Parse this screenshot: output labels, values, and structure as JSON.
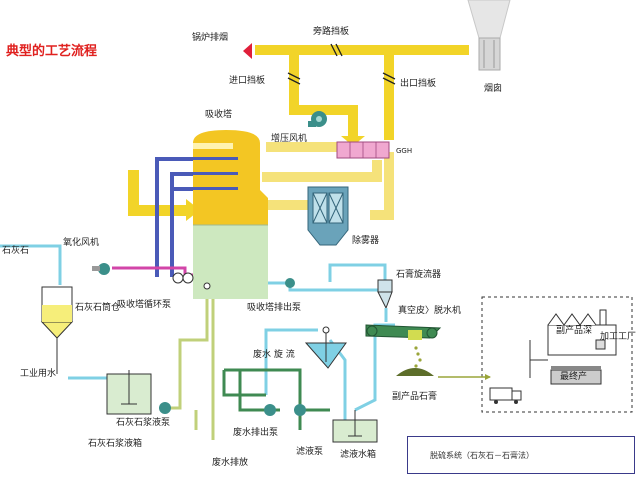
{
  "title": "典型的工艺流程",
  "labels": {
    "boiler_flue_gas": "锅炉排烟",
    "bypass_damper": "旁路挡板",
    "inlet_damper": "进口挡板",
    "outlet_damper": "出口挡板",
    "chimney": "烟囱",
    "absorber": "吸收塔",
    "booster_fan": "增压风机",
    "ggh": "GGH",
    "demister": "除雾器",
    "oxidation_fan": "氧化风机",
    "limestone": "石灰石",
    "limestone_silo": "石灰石筒仓",
    "absorber_circ_pump": "吸收塔循环泵",
    "absorber_discharge_pump": "吸收塔排出泵",
    "gypsum_cyclone": "石膏旋流器",
    "vacuum_dewatering": "真空皮〉脱水机",
    "byproduct_storage": "副产品深",
    "processing": "加工工厂",
    "final_product": "最终产",
    "byproduct_gypsum": "副产品石膏",
    "wastewater_cyclone": "废水 旋 流",
    "industrial_water": "工业用水",
    "limestone_slurry_pump": "石灰石浆液泵",
    "limestone_slurry_tank": "石灰石浆液箱",
    "wastewater_pump": "废水排出泵",
    "filtrate_pump": "滤液泵",
    "wastewater_discharge": "废水排放",
    "filtrate_tank": "滤液水箱",
    "footer_note": "脱硫系统（石灰石－石膏法）"
  },
  "colors": {
    "flue_gas": "#f2d428",
    "clean_gas": "#f5e27a",
    "absorber_top": "#f3c623",
    "absorber_bottom": "#cde8bf",
    "slurry": "#c0d07a",
    "circulation": "#4a5ab8",
    "water": "#7fd0e4",
    "wastewater": "#3f8a52",
    "oxidation_air": "#d245a8",
    "pump": "#3b8f8a",
    "ggh": "#f0a8d0",
    "inlet_arrow": "#e01f3a",
    "byproduct_line": "#9aa53a",
    "title": "#e0211f"
  },
  "icons": [
    "pump-icon",
    "damper-icon",
    "fan-icon",
    "factory-icon",
    "truck-icon"
  ]
}
